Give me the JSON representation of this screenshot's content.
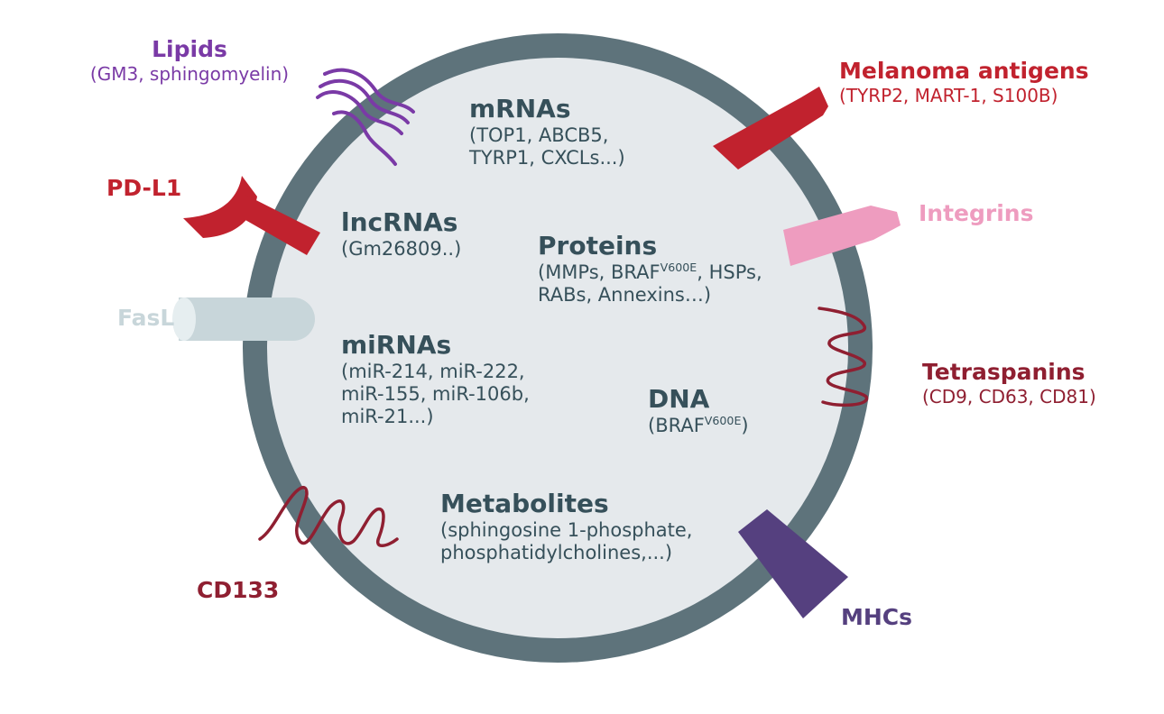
{
  "colors": {
    "membrane": "#5e737b",
    "lumen": "#e5e9ec",
    "cargo_text": "#36505a",
    "lipids": "#7a3aa6",
    "melanoma": "#c1222e",
    "pdl1": "#c1222e",
    "integrins": "#ee9cbf",
    "fasl": "#c8d6da",
    "tetraspanins": "#8f1f31",
    "cd133": "#8f1f31",
    "mhcs": "#55407f"
  },
  "cargo": {
    "mrnas": {
      "title": "mRNAs",
      "lines": [
        "(TOP1, ABCB5,",
        "TYRP1, CXCLs...)"
      ]
    },
    "lncrnas": {
      "title": "lncRNAs",
      "lines": [
        "(Gm26809..)"
      ]
    },
    "proteins": {
      "title": "Proteins",
      "line1_pre": "(MMPs, BRAF",
      "line1_sup": "V600E",
      "line1_post": ", HSPs,",
      "line2": "RABs, Annexins…)"
    },
    "mirnas": {
      "title": "miRNAs",
      "lines": [
        "(miR-214, miR-222,",
        "miR-155, miR-106b,",
        "miR-21...)"
      ]
    },
    "dna": {
      "title": "DNA",
      "pre": "(BRAF",
      "sup": "V600E",
      "post": ")"
    },
    "metabolites": {
      "title": "Metabolites",
      "lines": [
        "(sphingosine 1-phosphate,",
        "phosphatidylcholines,...)"
      ]
    }
  },
  "markers": {
    "lipids": {
      "title": "Lipids",
      "sub": "(GM3, sphingomyelin)",
      "icon": "lipid-waves"
    },
    "melanoma": {
      "title": "Melanoma antigens",
      "sub": "(TYRP2, MART-1, S100B)",
      "icon": "arrow-receptor"
    },
    "pdl1": {
      "title": "PD-L1",
      "icon": "crescent-receptor"
    },
    "integrins": {
      "title": "Integrins",
      "icon": "arrow-receptor"
    },
    "fasl": {
      "title": "FasL",
      "icon": "cylinder-receptor"
    },
    "tetraspanins": {
      "title": "Tetraspanins",
      "sub": "(CD9, CD63, CD81)",
      "icon": "coil-transmembrane"
    },
    "cd133": {
      "title": "CD133",
      "icon": "coil-transmembrane"
    },
    "mhcs": {
      "title": "MHCs",
      "icon": "wedge-receptor"
    }
  }
}
